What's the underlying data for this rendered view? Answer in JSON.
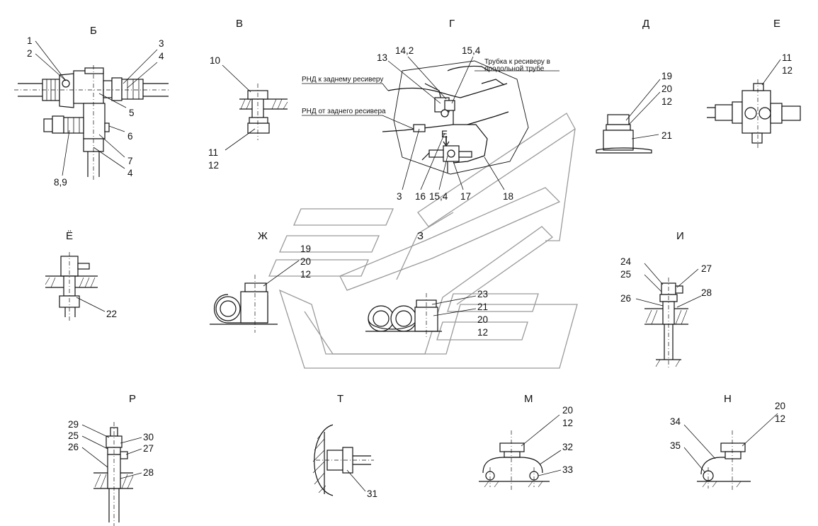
{
  "views": {
    "B": "Б",
    "V": "В",
    "G": "Г",
    "D": "Д",
    "E": "Е",
    "Yo": "Ё",
    "Zh": "Ж",
    "Z": "З",
    "I": "И",
    "R": "Р",
    "T": "Т",
    "M": "М",
    "N": "Н"
  },
  "view_g": {
    "arrow_label": "Е",
    "note_rnd_rear": "РНД к заднему ресиверу",
    "note_rnd_from_rear": "РНД от заднего ресивера",
    "note_tube_line1": "Трубка  к  ресиверу в",
    "note_tube_line2": "продольной  трубе"
  },
  "callouts": {
    "b1": "1",
    "b2": "2",
    "b3": "3",
    "b4a": "4",
    "b5": "5",
    "b6": "6",
    "b7": "7",
    "b4b": "4",
    "b89": "8,9",
    "v10": "10",
    "v11": "11",
    "v12": "12",
    "g13": "13",
    "g142": "14,2",
    "g154a": "15,4",
    "g3": "3",
    "g16": "16",
    "g154b": "15,4",
    "g17": "17",
    "g18": "18",
    "d19": "19",
    "d20": "20",
    "d12": "12",
    "d21": "21",
    "e11": "11",
    "e12": "12",
    "yo22": "22",
    "zh19": "19",
    "zh20": "20",
    "zh12": "12",
    "z23": "23",
    "z21": "21",
    "z20": "20",
    "z12": "12",
    "i24": "24",
    "i25": "25",
    "i26": "26",
    "i27": "27",
    "i28": "28",
    "r29": "29",
    "r25": "25",
    "r26": "26",
    "r30": "30",
    "r27": "27",
    "r28": "28",
    "t31": "31",
    "m20": "20",
    "m12": "12",
    "m32": "32",
    "m33": "33",
    "n20": "20",
    "n12": "12",
    "n34": "34",
    "n35": "35"
  }
}
